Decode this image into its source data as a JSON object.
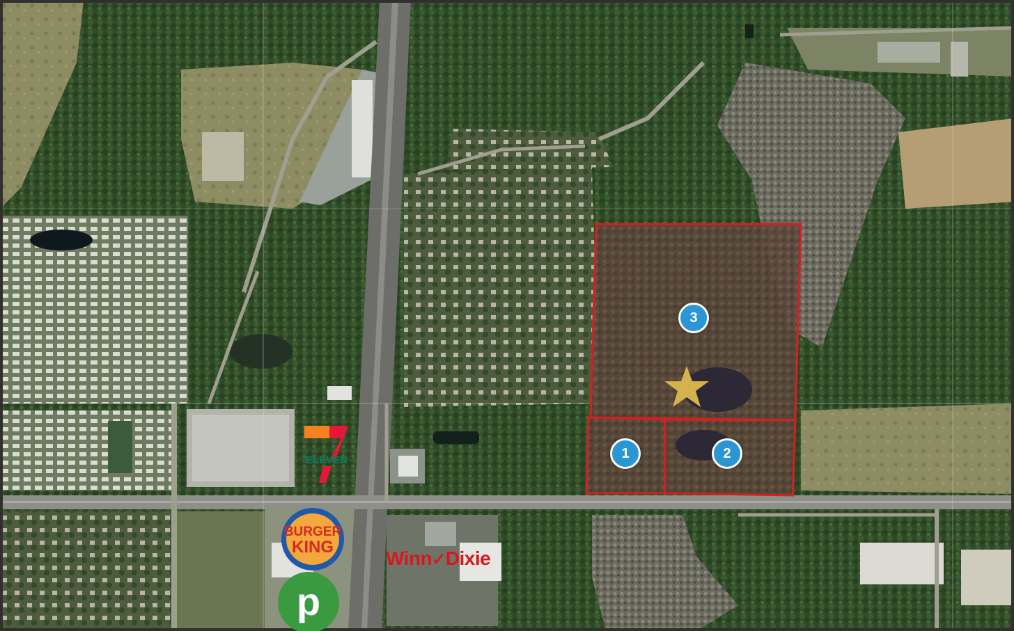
{
  "map": {
    "parcels": [
      {
        "id": "1",
        "label": "1"
      },
      {
        "id": "2",
        "label": "2"
      },
      {
        "id": "3",
        "label": "3"
      }
    ],
    "parcel_outline_color": "#d81e1e",
    "marker_color": "#2a96d3",
    "star_color": "#d4b24c",
    "brands": {
      "seven_eleven": {
        "text": "ELEVEN",
        "digit": "7"
      },
      "burger_king": {
        "line1": "BURGER",
        "line2": "KING"
      },
      "publix": {
        "letter": "p"
      },
      "winn_dixie": {
        "part1": "Winn",
        "check": "✓",
        "part2": "Dixie"
      }
    }
  }
}
